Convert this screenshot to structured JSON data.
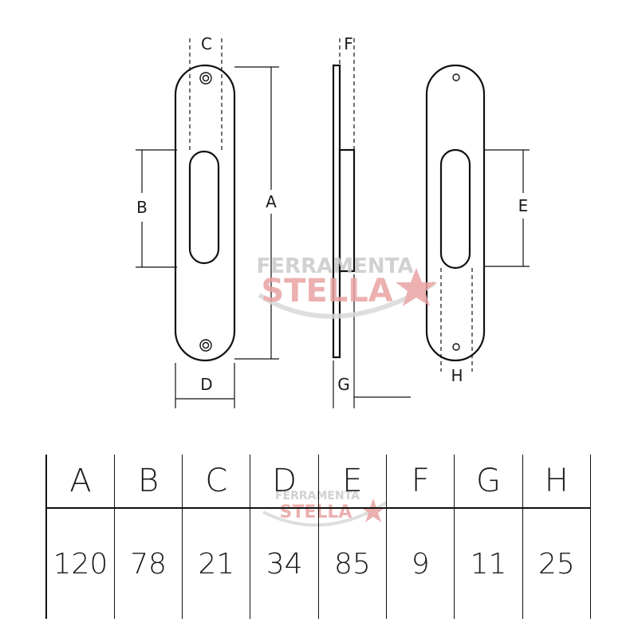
{
  "watermark": {
    "line1": "FERRAMENTA",
    "line2": "STELLA",
    "colors": {
      "grey": "#c9c9c9",
      "red": "#e9a3a3"
    }
  },
  "drawing": {
    "labels": {
      "c": "C",
      "f": "F",
      "b": "B",
      "a": "A",
      "e": "E",
      "d": "D",
      "g": "G",
      "h": "H"
    }
  },
  "table": {
    "headers": [
      "A",
      "B",
      "C",
      "D",
      "E",
      "F",
      "G",
      "H"
    ],
    "values": [
      "120",
      "78",
      "21",
      "34",
      "85",
      "9",
      "11",
      "25"
    ]
  }
}
